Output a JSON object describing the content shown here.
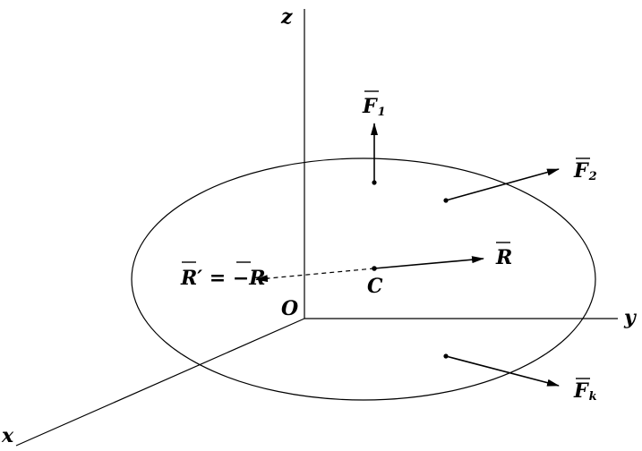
{
  "axes": {
    "z": "z",
    "y": "y",
    "x": "x",
    "origin": "O"
  },
  "forces": {
    "f1": {
      "letter": "F",
      "sub": "1"
    },
    "f2": {
      "letter": "F",
      "sub": "2"
    },
    "fk": {
      "letter": "F",
      "sub": "k"
    }
  },
  "resultant": {
    "label": "R"
  },
  "center": {
    "label": "C"
  },
  "balancing": {
    "label": "R′ = −R"
  }
}
